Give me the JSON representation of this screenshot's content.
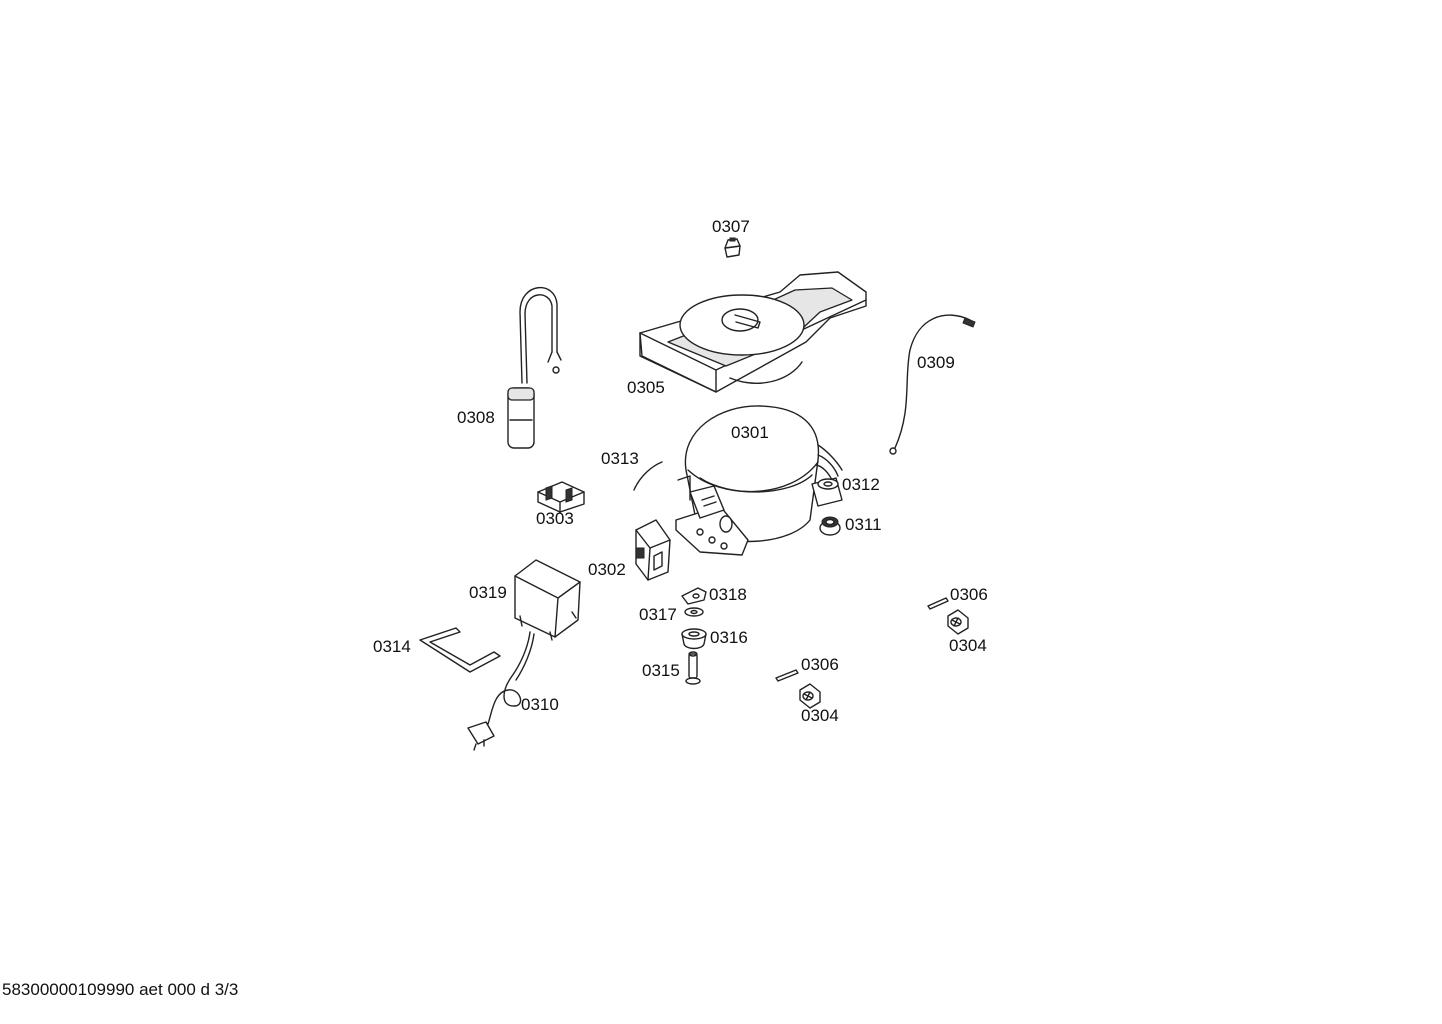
{
  "footer_text": "58300000109990 aet 000 d 3/3",
  "parts": [
    {
      "id": "p0307",
      "label": "0307"
    },
    {
      "id": "p0305",
      "label": "0305"
    },
    {
      "id": "p0308",
      "label": "0308"
    },
    {
      "id": "p0309",
      "label": "0309"
    },
    {
      "id": "p0301",
      "label": "0301"
    },
    {
      "id": "p0313",
      "label": "0313"
    },
    {
      "id": "p0312",
      "label": "0312"
    },
    {
      "id": "p0303",
      "label": "0303"
    },
    {
      "id": "p0311",
      "label": "0311"
    },
    {
      "id": "p0302",
      "label": "0302"
    },
    {
      "id": "p0319",
      "label": "0319"
    },
    {
      "id": "p0318",
      "label": "0318"
    },
    {
      "id": "p0306a",
      "label": "0306"
    },
    {
      "id": "p0317",
      "label": "0317"
    },
    {
      "id": "p0316",
      "label": "0316"
    },
    {
      "id": "p0304a",
      "label": "0304"
    },
    {
      "id": "p0314",
      "label": "0314"
    },
    {
      "id": "p0315",
      "label": "0315"
    },
    {
      "id": "p0306b",
      "label": "0306"
    },
    {
      "id": "p0310",
      "label": "0310"
    },
    {
      "id": "p0304b",
      "label": "0304"
    }
  ]
}
